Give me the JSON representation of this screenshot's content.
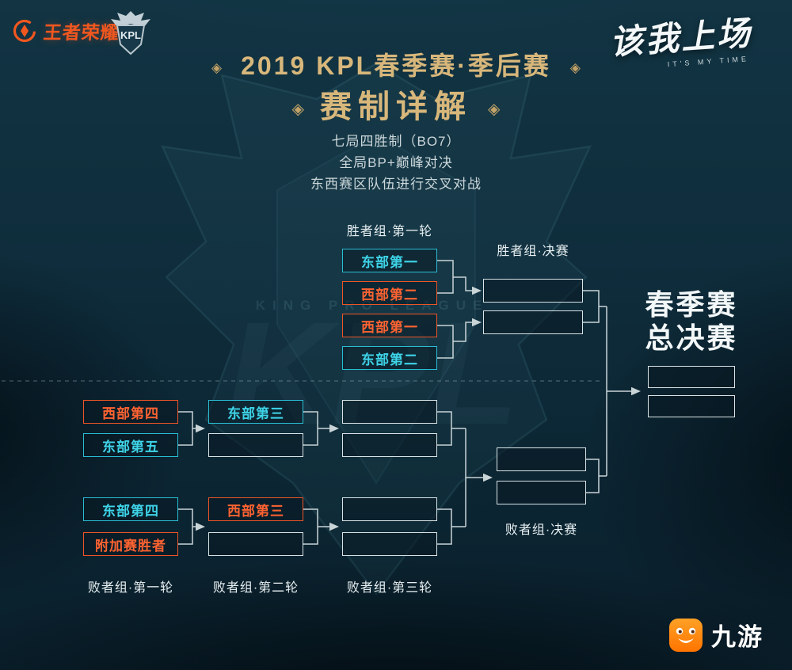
{
  "header": {
    "game_logo_text": "王者荣耀",
    "kpl_logo_text": "KPL",
    "slogan": "该我上场",
    "slogan_sub": "IT'S MY TIME"
  },
  "title": {
    "main": "2019 KPL春季赛·季后赛",
    "sub": "赛制详解"
  },
  "rules": {
    "line1": "七局四胜制（BO7）",
    "line2": "全局BP+巅峰对决",
    "line3": "东西赛区队伍进行交叉对战"
  },
  "bracket": {
    "winners_r1_label": "胜者组·第一轮",
    "winners_final_label": "胜者组·决赛",
    "losers_r1_label": "败者组·第一轮",
    "losers_r2_label": "败者组·第二轮",
    "losers_r3_label": "败者组·第三轮",
    "losers_final_label": "败者组·决赛",
    "grand_final_line1": "春季赛",
    "grand_final_line2": "总决赛",
    "teams": {
      "east_1": "东部第一",
      "west_2": "西部第二",
      "west_1": "西部第一",
      "east_2": "东部第二",
      "west_4": "西部第四",
      "east_5": "东部第五",
      "east_3": "东部第三",
      "east_4": "东部第四",
      "playin_winner": "附加赛胜者",
      "west_3": "西部第三"
    }
  },
  "watermark": {
    "kpl": "KPL",
    "league": "KING PRO LEAGUE"
  },
  "footer": {
    "brand": "九游"
  },
  "icons": {
    "diamond": "◈"
  },
  "colors": {
    "east": "#2abdd4",
    "west": "#ec5526",
    "gold": "#d8b77b",
    "background": "#0e2b3a"
  }
}
